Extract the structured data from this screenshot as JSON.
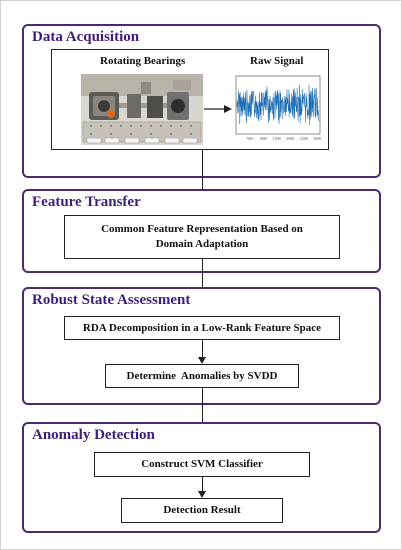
{
  "sections": [
    {
      "id": "acq",
      "title": "Data Acquisition"
    },
    {
      "id": "feat",
      "title": "Feature Transfer"
    },
    {
      "id": "robust",
      "title": "Robust State Assessment"
    },
    {
      "id": "anomaly",
      "title": "Anomaly Detection"
    }
  ],
  "acquisition": {
    "bearings_caption": "Rotating Bearings",
    "signal_caption": "Raw Signal",
    "signal_ticks": [
      "500",
      "1000",
      "1500",
      "2000",
      "2500",
      "3000"
    ],
    "colors": {
      "signal": "#1f6fb4"
    }
  },
  "steps": {
    "feature_line1": "Common Feature Representation Based on",
    "feature_line2": "Domain Adaptation",
    "rda": "RDA Decomposition in a Low-Rank Feature Space",
    "svdd": "Determine  Anomalies by SVDD",
    "svm": "Construct SVM Classifier",
    "result": "Detection Result"
  },
  "colors": {
    "accent": "#3d1f78",
    "border": "#4a2c6e"
  }
}
